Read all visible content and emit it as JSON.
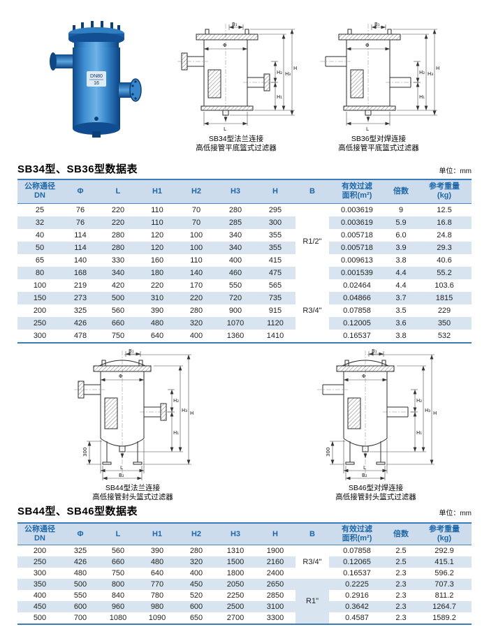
{
  "photo": {
    "label_dn": "DN80",
    "label_pn": "16"
  },
  "dims": {
    "b1": "B₁",
    "b2": "B₂",
    "phi": "Φ",
    "h": "H",
    "h1": "H₁",
    "h2": "H₂",
    "h3": "H₃",
    "l": "L",
    "leg": "300"
  },
  "figures": {
    "sb34": {
      "caption1": "SB34型法兰连接",
      "caption2": "高低接管平底篮式过滤器"
    },
    "sb36": {
      "caption1": "SB36型对焊连接",
      "caption2": "高低接管平底篮式过滤器"
    },
    "sb44": {
      "caption1": "SB44型法兰连接",
      "caption2": "高低接管封头篮式过滤器"
    },
    "sb46": {
      "caption1": "SB46型对焊连接",
      "caption2": "高低接管封头篮式过滤器"
    }
  },
  "table1": {
    "title": "SB34型、SB36型数据表",
    "unit": "单位：mm",
    "headers": [
      [
        "公称通径",
        "DN"
      ],
      [
        "Φ"
      ],
      [
        "L"
      ],
      [
        "H1"
      ],
      [
        "H2"
      ],
      [
        "H3"
      ],
      [
        "H"
      ],
      [
        "B"
      ],
      [
        "有效过滤",
        "面积(m²)"
      ],
      [
        "倍数"
      ],
      [
        "参考重量",
        "(kg)"
      ]
    ],
    "rows": [
      [
        "25",
        "76",
        "220",
        "110",
        "70",
        "280",
        "295",
        "0.003619",
        "9",
        "12.5"
      ],
      [
        "32",
        "76",
        "220",
        "110",
        "70",
        "285",
        "300",
        "0.003619",
        "5.9",
        "16.8"
      ],
      [
        "40",
        "114",
        "280",
        "120",
        "100",
        "340",
        "355",
        "0.005718",
        "6.0",
        "24.8"
      ],
      [
        "50",
        "114",
        "280",
        "120",
        "100",
        "340",
        "355",
        "0.005718",
        "3.9",
        "29.3"
      ],
      [
        "65",
        "140",
        "330",
        "160",
        "110",
        "400",
        "415",
        "0.009613",
        "3.8",
        "40.6"
      ],
      [
        "80",
        "168",
        "340",
        "180",
        "140",
        "460",
        "475",
        "0.001539",
        "4.4",
        "55.2"
      ],
      [
        "100",
        "219",
        "420",
        "220",
        "170",
        "550",
        "565",
        "0.02464",
        "4.4",
        "103.6"
      ],
      [
        "150",
        "273",
        "500",
        "310",
        "220",
        "720",
        "735",
        "0.04866",
        "3.7",
        "1815"
      ],
      [
        "200",
        "325",
        "560",
        "390",
        "280",
        "900",
        "915",
        "0.07858",
        "3.5",
        "229"
      ],
      [
        "250",
        "426",
        "660",
        "480",
        "320",
        "1070",
        "1120",
        "0.12005",
        "3.6",
        "350"
      ],
      [
        "300",
        "478",
        "750",
        "640",
        "400",
        "1360",
        "1410",
        "0.16537",
        "3.8",
        "532"
      ]
    ],
    "b_groups": [
      {
        "start": 0,
        "span": 6,
        "label": "R1/2\""
      },
      {
        "start": 6,
        "span": 5,
        "label": "R3/4\""
      }
    ]
  },
  "table2": {
    "title": "SB44型、SB46型数据表",
    "unit": "单位：mm",
    "headers": [
      [
        "公称通径",
        "DN"
      ],
      [
        "Φ"
      ],
      [
        "L"
      ],
      [
        "H1"
      ],
      [
        "H2"
      ],
      [
        "H3"
      ],
      [
        "H"
      ],
      [
        "B"
      ],
      [
        "有效过滤",
        "面积(m²)"
      ],
      [
        "倍数"
      ],
      [
        "参考重量",
        "(kg)"
      ]
    ],
    "rows": [
      [
        "200",
        "325",
        "560",
        "390",
        "280",
        "1310",
        "1900",
        "0.07858",
        "2.5",
        "292.9"
      ],
      [
        "250",
        "426",
        "660",
        "480",
        "320",
        "1500",
        "2160",
        "0.12065",
        "2.5",
        "415.1"
      ],
      [
        "300",
        "480",
        "750",
        "640",
        "400",
        "1800",
        "2400",
        "0.16537",
        "2.3",
        "596.2"
      ],
      [
        "350",
        "500",
        "800",
        "770",
        "450",
        "2050",
        "2650",
        "0.2225",
        "2.3",
        "707.3"
      ],
      [
        "400",
        "550",
        "840",
        "780",
        "520",
        "2250",
        "2850",
        "0.2916",
        "2.3",
        "811.2"
      ],
      [
        "450",
        "600",
        "960",
        "980",
        "600",
        "2500",
        "3100",
        "0.3642",
        "2.3",
        "1264.7"
      ],
      [
        "500",
        "700",
        "1080",
        "1090",
        "650",
        "2700",
        "3300",
        "0.4587",
        "2.3",
        "1589.2"
      ]
    ],
    "b_groups": [
      {
        "start": 0,
        "span": 3,
        "label": "R3/4\""
      },
      {
        "start": 3,
        "span": 4,
        "label": "R1\""
      }
    ]
  }
}
